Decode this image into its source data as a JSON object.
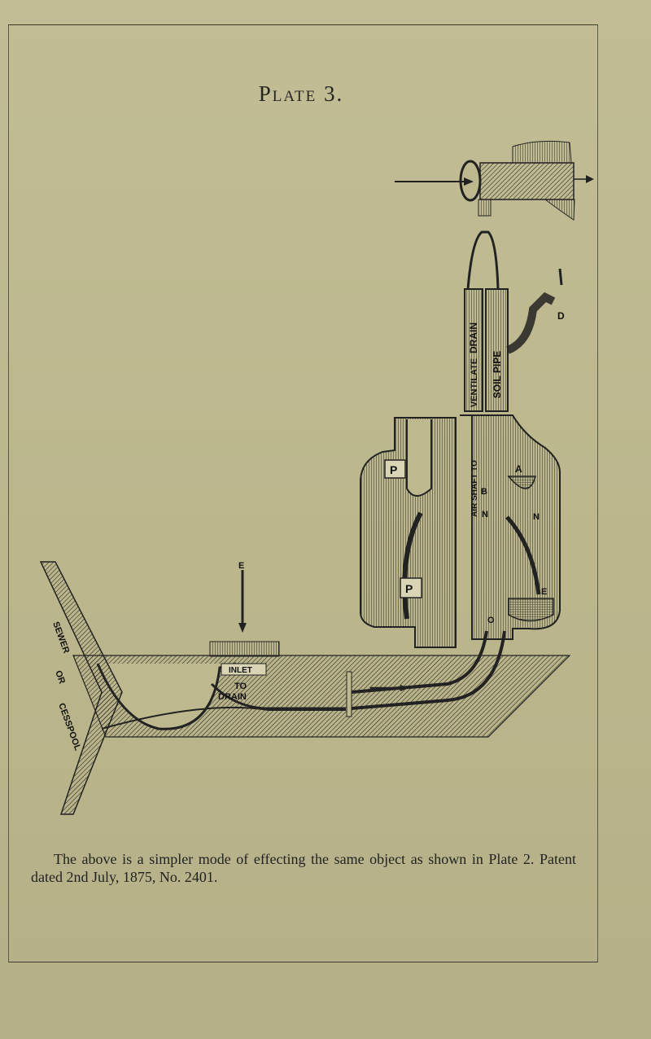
{
  "plate": {
    "title": "Plate 3."
  },
  "diagram": {
    "labels": {
      "drain": "DRAIN",
      "ventilate": "VENTILATE",
      "soil_pipe": "SOIL PIPE",
      "air_shaft": "AIR SHAFT TO",
      "inlet": "INLET",
      "to_drain": "TO\nDRAIN",
      "sewer": "SEWER",
      "or": "OR",
      "cesspool": "CESSPOOL",
      "letter_d": "D",
      "letter_e_upper": "E",
      "letter_e_lower": "E",
      "letter_p_upper": "P",
      "letter_p_lower": "P",
      "letter_a": "A",
      "letter_b": "B",
      "letter_n_left": "N",
      "letter_n_right": "N",
      "letter_o": "O"
    }
  },
  "caption": {
    "text": "The above is a simpler mode of effecting the same object as shown in Plate 2. Patent dated 2nd July, 1875, No. 2401."
  }
}
